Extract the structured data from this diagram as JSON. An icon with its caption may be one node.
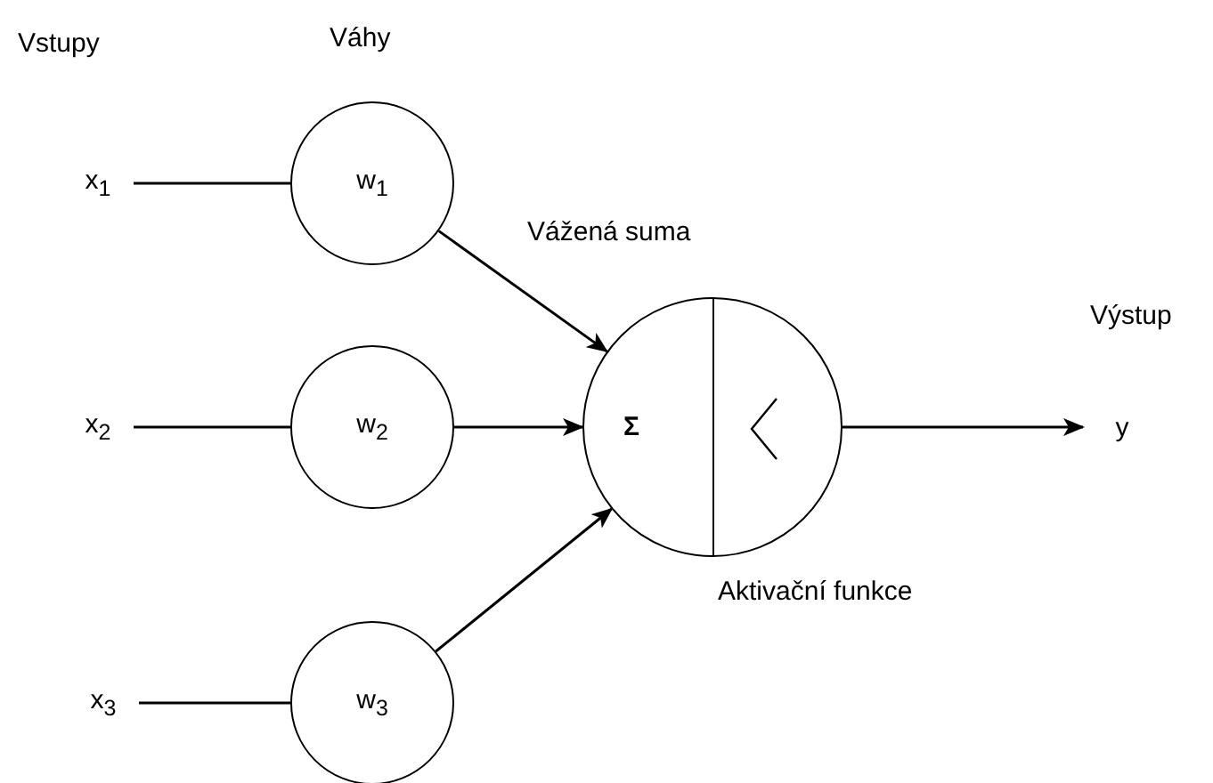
{
  "diagram": {
    "nodes": [
      {
        "text": [
          "x$_{1}$"
        ]
      },
      {
        "text": [
          "x$_{2}$"
        ]
      },
      {
        "text": [
          "x$_{3}$"
        ]
      },
      {
        "text": [
          "w$_{1}$"
        ]
      },
      {
        "text": [
          "w$_{2}$"
        ]
      },
      {
        "text": [
          "w$_{3}$"
        ]
      },
      {
        "text": [
          "Σ"
        ]
      },
      {
        "text": [
          "y"
        ]
      }
    ],
    "edges": [
      {
        "from": 0,
        "to": 3,
        "arrow": "none"
      },
      {
        "from": 1,
        "to": 4,
        "arrow": "none"
      },
      {
        "from": 2,
        "to": 5,
        "arrow": "none"
      },
      {
        "from": 3,
        "to": 6,
        "arrow": "to"
      },
      {
        "from": 4,
        "to": 6,
        "arrow": "to"
      },
      {
        "from": 5,
        "to": 6,
        "arrow": "to"
      },
      {
        "from": 6,
        "to": 7,
        "arrow": "to"
      }
    ],
    "labels": [
      "Vstupy",
      "Váhy",
      "Vážená suma",
      "Výstup",
      "Aktivační funkce"
    ]
  }
}
